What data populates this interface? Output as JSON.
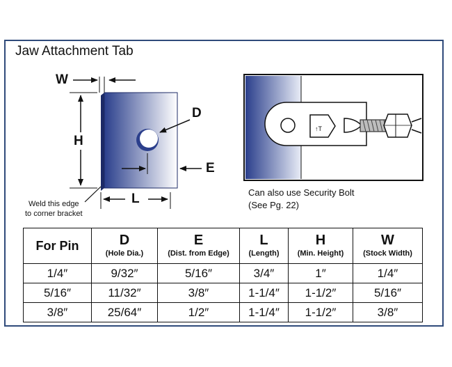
{
  "title": "Jaw Attachment Tab",
  "dimension_letters": {
    "w": "W",
    "h": "H",
    "d": "D",
    "e": "E",
    "l": "L"
  },
  "weld_note": [
    "Weld this edge",
    "to corner bracket"
  ],
  "bolt_note": [
    "Can also use Security Bolt",
    "(See Pg. 22)"
  ],
  "table": {
    "corner_header": "For Pin",
    "columns": [
      {
        "letter": "D",
        "desc": "(Hole Dia.)"
      },
      {
        "letter": "E",
        "desc": "(Dist. from Edge)"
      },
      {
        "letter": "L",
        "desc": "(Length)"
      },
      {
        "letter": "H",
        "desc": "(Min. Height)"
      },
      {
        "letter": "W",
        "desc": "(Stock Width)"
      }
    ],
    "rows": [
      [
        "1/4″",
        "9/32″",
        "5/16″",
        "3/4″",
        "1″",
        "1/4″"
      ],
      [
        "5/16″",
        "11/32″",
        "3/8″",
        "1-1/4″",
        "1-1/2″",
        "5/16″"
      ],
      [
        "3/8″",
        "25/64″",
        "1/2″",
        "1-1/4″",
        "1-1/2″",
        "3/8″"
      ]
    ]
  },
  "colors": {
    "border": "#2f4a7a",
    "plate_dark": "#2b3f8c",
    "plate_light": "#ffffff"
  }
}
